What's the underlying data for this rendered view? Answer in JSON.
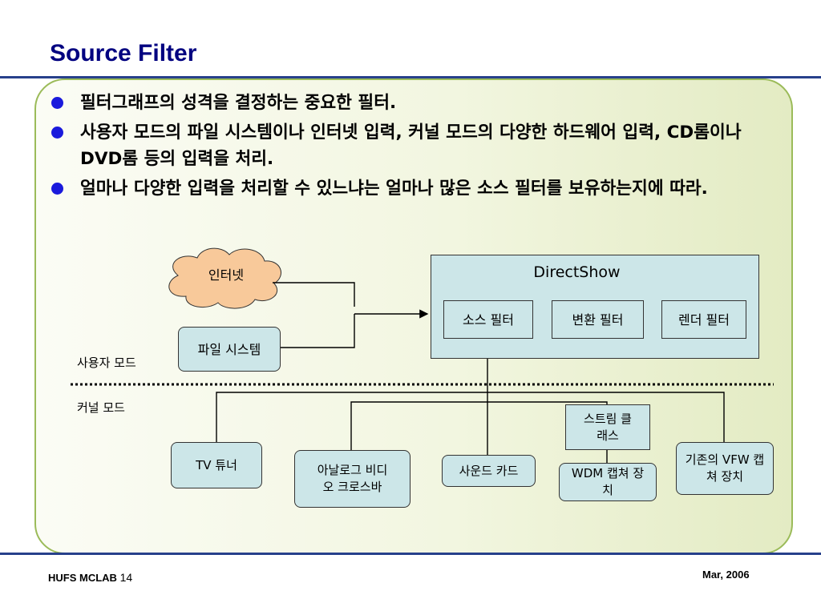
{
  "slide": {
    "title": "Source Filter",
    "bullets": [
      "필터그래프의 성격을 결정하는 중요한 필터.",
      "사용자 모드의 파일 시스템이나 인터넷 입력, 커널 모드의 다양한 하드웨어 입력, CD롬이나 DVD롬 등의 입력을 처리.",
      "얼마나 다양한 입력을 처리할 수 있느냐는 얼마나 많은 소스 필터를 보유하는지에 따라."
    ]
  },
  "diagram": {
    "directshow_label": "DirectShow",
    "internet": "인터넷",
    "file_system": "파일 시스템",
    "source_filter": "소스 필터",
    "transform_filter": "변환 필터",
    "render_filter": "렌더 필터",
    "user_mode": "사용자 모드",
    "kernel_mode": "커널 모드",
    "tv_tuner": "TV 튜너",
    "analog_video_crossbar": "아날로그 비디오 크로스바",
    "sound_card": "사운드 카드",
    "stream_class": "스트림 클래스",
    "wdm_capture": "WDM 캡쳐 장치",
    "vfw_capture": "기존의 VFW 캡쳐 장치"
  },
  "footer": {
    "org": "HUFS MCLAB",
    "page": "14",
    "date": "Mar, 2006"
  },
  "colors": {
    "title": "#000080",
    "rule": "#27408b",
    "panel_border": "#9bbb59",
    "box_fill": "#cce6e8",
    "cloud_fill": "#f8c99a",
    "bullet": "#1a1adc"
  }
}
